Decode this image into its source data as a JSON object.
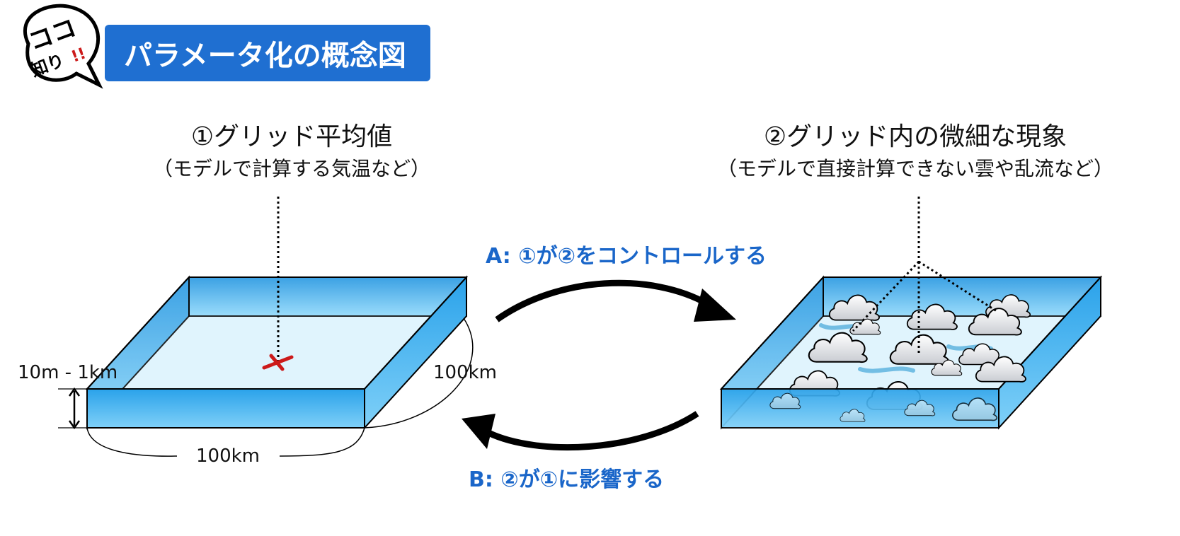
{
  "badge": {
    "line1": "ココ",
    "line2": "知り",
    "exclaim": "!!"
  },
  "header": {
    "title": "パラメータ化の概念図",
    "banner_color": "#1f6fd1"
  },
  "left": {
    "heading": "①グリッド平均値",
    "subheading": "（モデルで計算する気温など）",
    "height_label": "10m - 1km",
    "depth_label": "100km",
    "width_label": "100km"
  },
  "right": {
    "heading": "②グリッド内の微細な現象",
    "subheading": "（モデルで直接計算できない雲や乱流など）"
  },
  "arrows": {
    "a_label": "A: ①が②をコントロールする",
    "b_label": "B: ②が①に影響する",
    "label_color": "#1a66c9"
  },
  "colors": {
    "box_fill": "#4fb8ee",
    "box_top": "#def3fd",
    "marker": "#cc1a1a"
  }
}
